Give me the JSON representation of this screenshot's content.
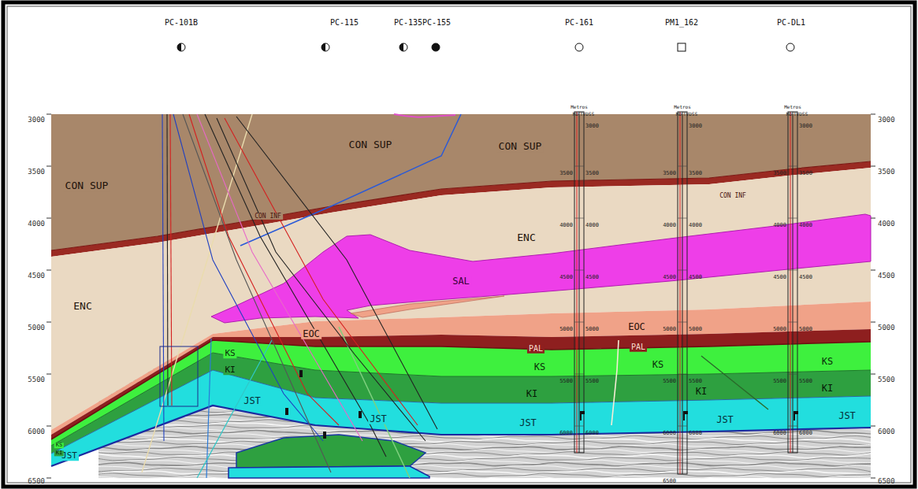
{
  "diagram": {
    "labels": [
      "PC-101B",
      "PC-115",
      "PC-135",
      "PC-155",
      "PC-161",
      "PM1_162",
      "PC-DL1",
      "3000",
      "3500",
      "4000",
      "4500",
      "5000",
      "5500",
      "6000",
      "6500",
      "3000",
      "3500",
      "4000",
      "4500",
      "5000",
      "5500",
      "6000",
      "6500",
      "CON SUP",
      "CON SUP",
      "CON SUP",
      "CON INF",
      "CON INF",
      "ENC",
      "ENC",
      "SAL",
      "EOC",
      "EOC",
      "PAL",
      "PAL",
      "KS",
      "KS",
      "KS",
      "KS",
      "KI",
      "KI",
      "KI",
      "KI",
      "JST",
      "JST",
      "JST",
      "JST",
      "JST",
      "JST",
      "KS",
      "KI",
      "Metros",
      "MD",
      "TVDSS",
      "3000",
      "3500",
      "3500",
      "4000",
      "4000",
      "4500",
      "4500",
      "5000",
      "5000",
      "5500",
      "5500",
      "6000",
      "6000",
      "Metros",
      "MD",
      "TVDSS",
      "3000",
      "3500",
      "3500",
      "4000",
      "4000",
      "4500",
      "4500",
      "5000",
      "5000",
      "5500",
      "5500",
      "6000",
      "6000",
      "6500",
      "Metros",
      "MD",
      "TVDSS",
      "3000",
      "3500",
      "3500",
      "4000",
      "4000",
      "4500",
      "4500",
      "5000",
      "5000",
      "5500",
      "5500",
      "6000",
      "6000"
    ]
  }
}
